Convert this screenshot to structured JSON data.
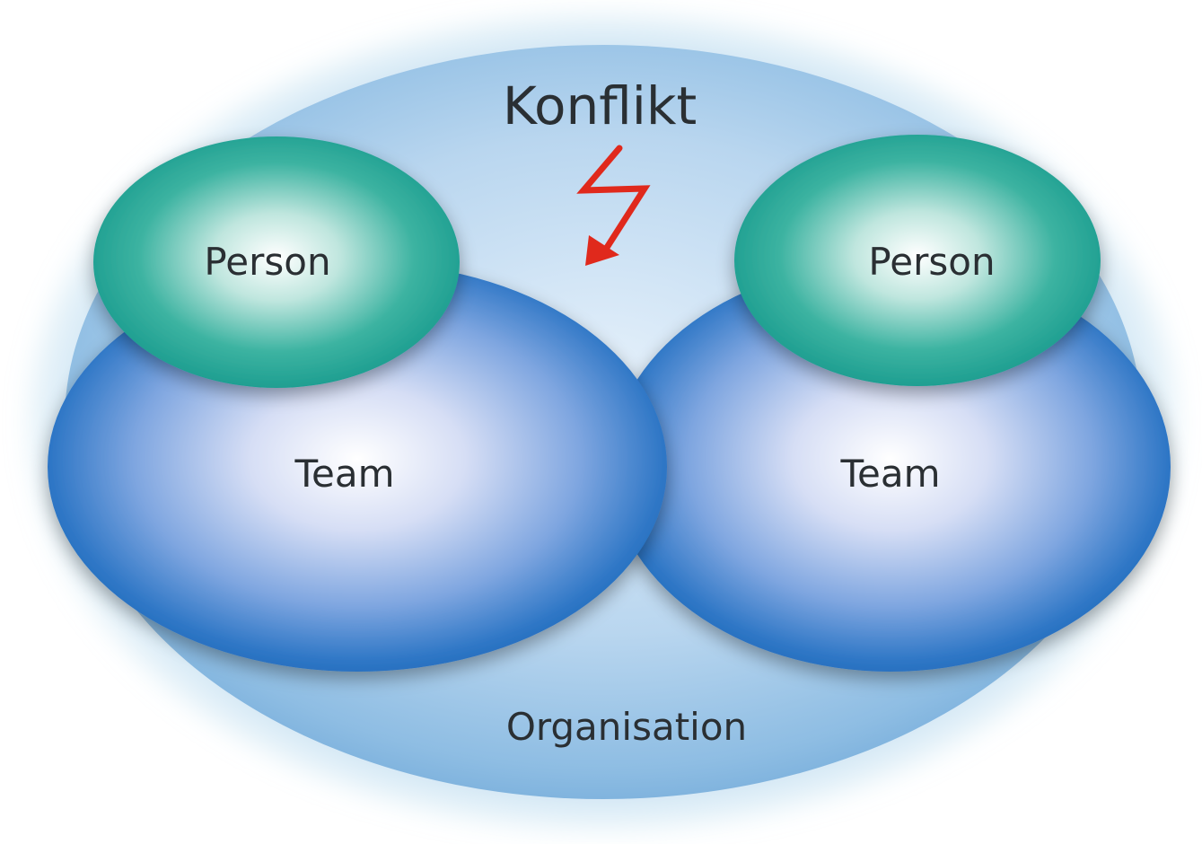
{
  "diagram": {
    "title": "Konflikt",
    "organisation_label": "Organisation",
    "left": {
      "person_label": "Person",
      "team_label": "Team"
    },
    "right": {
      "person_label": "Person",
      "team_label": "Team"
    },
    "conflict_icon": "lightning-arrow-icon"
  },
  "colors": {
    "organisation": "#9cc6e6",
    "team": "#2a74c2",
    "person": "#16a08f",
    "lightning": "#e0291c",
    "text": "#2a2f33"
  }
}
